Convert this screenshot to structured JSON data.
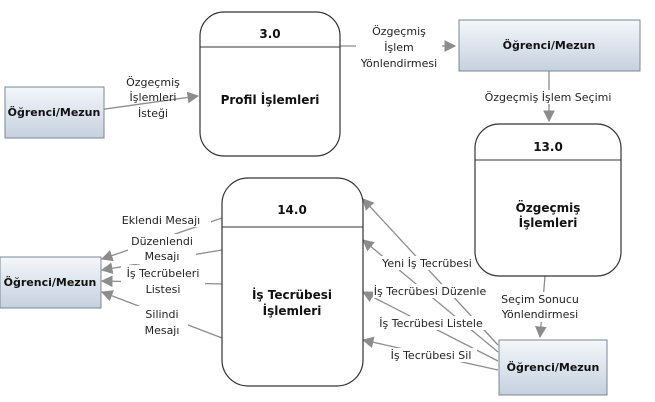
{
  "colors": {
    "entity_fill_top": "#f4f7fb",
    "entity_fill_bottom": "#c5d1de",
    "entity_stroke": "#7a8796",
    "flow_line": "#8c8c8c",
    "arrow_head": "#8c8c8c",
    "process_stroke": "#333333"
  },
  "entities": [
    {
      "id": "ent_left_top",
      "label": "Öğrenci/Mezun"
    },
    {
      "id": "ent_top_right",
      "label": "Öğrenci/Mezun"
    },
    {
      "id": "ent_left_mid",
      "label": "Öğrenci/Mezun"
    },
    {
      "id": "ent_bottom_right",
      "label": "Öğrenci/Mezun"
    }
  ],
  "processes": [
    {
      "id": "p3",
      "number": "3.0",
      "name_lines": [
        "Profil İşlemleri"
      ]
    },
    {
      "id": "p13",
      "number": "13.0",
      "name_lines": [
        "Özgeçmiş",
        "İşlemleri"
      ]
    },
    {
      "id": "p14",
      "number": "14.0",
      "name_lines": [
        "İş Tecrübesi",
        "İşlemleri"
      ]
    }
  ],
  "flows": [
    {
      "id": "f1",
      "label_lines": [
        "Özgeçmiş",
        "İşlemleri",
        "İsteği"
      ]
    },
    {
      "id": "f2",
      "label_lines": [
        "Özgeçmiş",
        "İşlem",
        "Yönlendirmesi"
      ]
    },
    {
      "id": "f3",
      "label_lines": [
        "Özgeçmiş İşlem Seçimi"
      ]
    },
    {
      "id": "f4",
      "label_lines": [
        "Seçim Sonucu",
        "Yönlendirmesi"
      ]
    },
    {
      "id": "f5",
      "label_lines": [
        "Yeni İş Tecrübesi"
      ]
    },
    {
      "id": "f6",
      "label_lines": [
        "İş Tecrübesi Düzenle"
      ]
    },
    {
      "id": "f7",
      "label_lines": [
        "İş Tecrübesi Listele"
      ]
    },
    {
      "id": "f8",
      "label_lines": [
        "İş Tecrübesi Sil"
      ]
    },
    {
      "id": "f9",
      "label_lines": [
        "Eklendi Mesajı"
      ]
    },
    {
      "id": "f10",
      "label_lines": [
        "Düzenlendi",
        "Mesajı"
      ]
    },
    {
      "id": "f11",
      "label_lines": [
        "İş Tecrübeleri",
        "Listesi"
      ]
    },
    {
      "id": "f12",
      "label_lines": [
        "Silindi",
        "Mesajı"
      ]
    }
  ]
}
